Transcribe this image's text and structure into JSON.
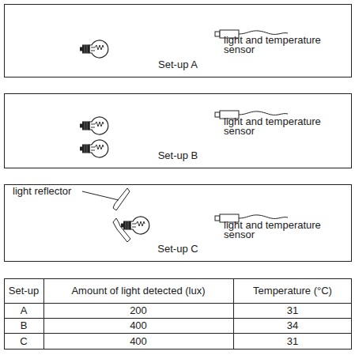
{
  "diagram": {
    "nodes": [
      {
        "text": [
          "Set-up A"
        ]
      },
      {
        "text": [
          "Set-up B"
        ]
      },
      {
        "text": [
          "Set-up C"
        ]
      }
    ],
    "labels": [
      "light and temperature sensor",
      "light and temperature sensor",
      "light and temperature sensor",
      "light reflector",
      "Set-up",
      "Amount of light detected (lux)",
      "Temperature (°C)",
      "A",
      "200",
      "31",
      "B",
      "400",
      "34",
      "C",
      "400",
      "31"
    ]
  }
}
